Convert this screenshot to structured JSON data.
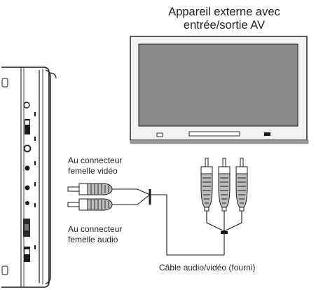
{
  "title": {
    "line1": "Appareil externe avec",
    "line2": "entrée/sortie AV"
  },
  "labels": {
    "video_line1": "Au connecteur",
    "video_line2": "femelle vidéo",
    "audio_line1": "Au connecteur",
    "audio_line2": "femelle audio",
    "cable": "Câble audio/vidéo (fourni)"
  },
  "icons": [
    "portable-dvd-player-icon",
    "television-icon",
    "rca-plug-icon"
  ],
  "colors": {
    "line": "#1a1a1a",
    "screen": "#8a8a8a",
    "tv_body": "#f2f2f2",
    "tv_stand": "#9a9a9a",
    "plug_body": "#bdbdbd"
  }
}
